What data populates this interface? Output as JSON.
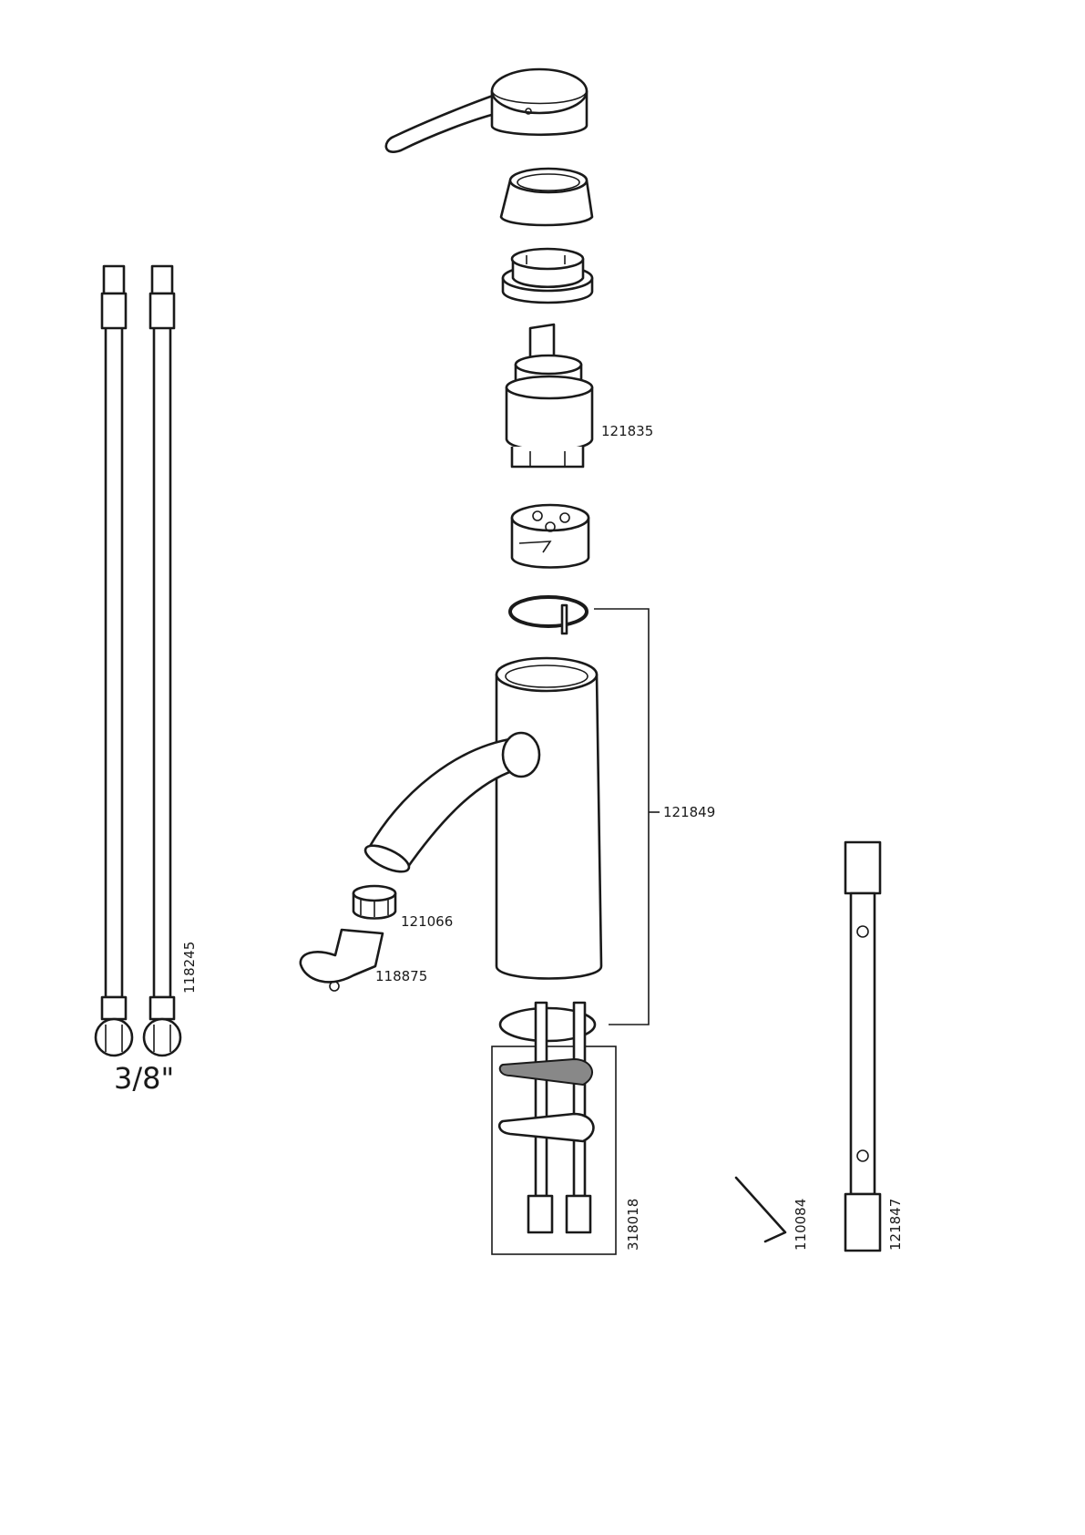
{
  "parts": {
    "cartridge": "121835",
    "body_oring": "121849",
    "aerator": "121066",
    "aerator_key": "118875",
    "hoses": "118245",
    "mount_set": "318018",
    "hex_key": "110084",
    "socket_wrench": "121847"
  },
  "hose_size": "3/8\""
}
